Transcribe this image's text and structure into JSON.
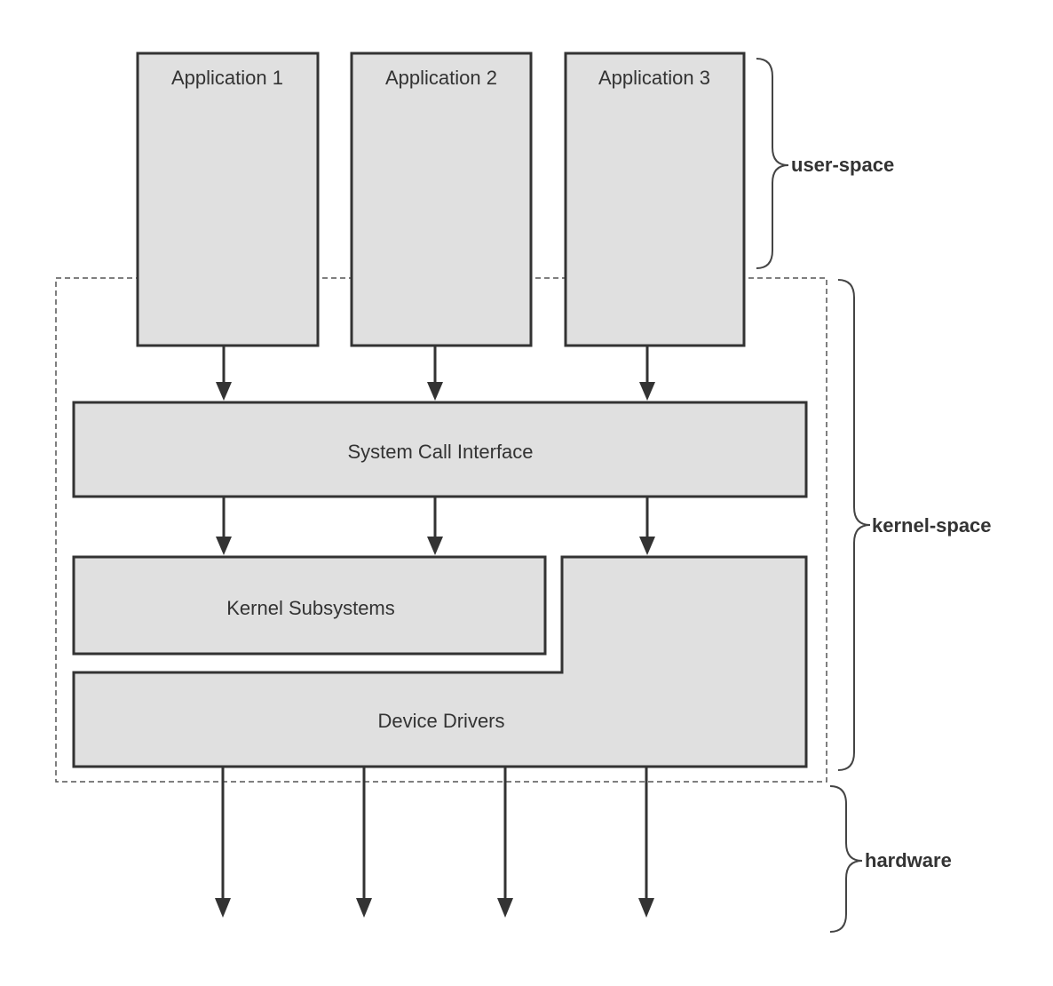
{
  "applications": [
    {
      "label": "Application 1"
    },
    {
      "label": "Application 2"
    },
    {
      "label": "Application 3"
    }
  ],
  "kernel": {
    "system_call_interface": "System Call Interface",
    "kernel_subsystems": "Kernel Subsystems",
    "device_drivers": "Device Drivers"
  },
  "regions": {
    "user_space": "user-space",
    "kernel_space": "kernel-space",
    "hardware": "hardware"
  }
}
